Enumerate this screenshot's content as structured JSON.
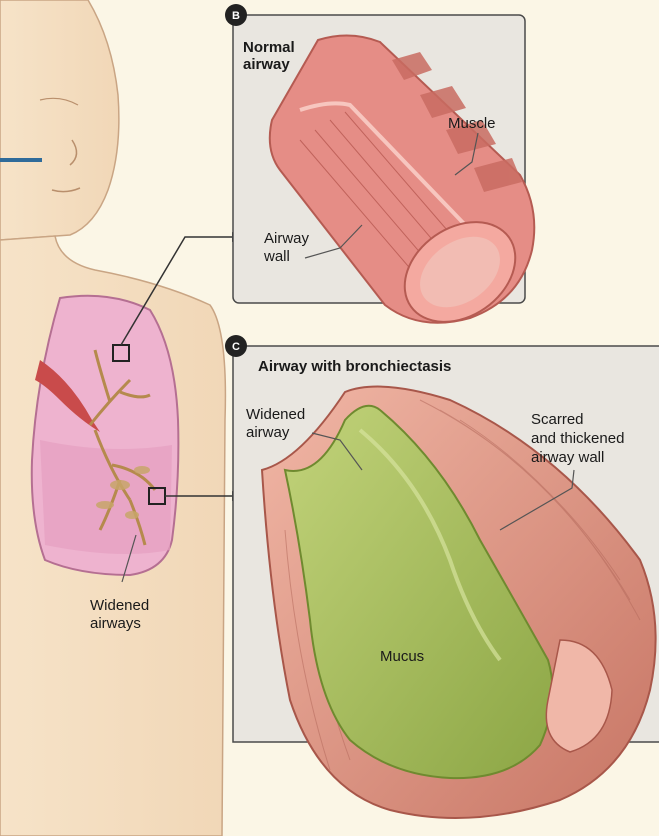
{
  "panel_b": {
    "badge": "B",
    "title_lines": [
      "Normal",
      "airway"
    ],
    "muscle_label": "Muscle",
    "airway_wall_lines": [
      "Airway",
      "wall"
    ]
  },
  "panel_c": {
    "badge": "C",
    "title": "Airway with bronchiectasis",
    "widened_airway_lines": [
      "Widened",
      "airway"
    ],
    "scarred_lines": [
      "Scarred",
      "and thickened",
      "airway wall"
    ],
    "mucus_label": "Mucus"
  },
  "body_view": {
    "widened_airways_lines": [
      "Widened",
      "airways"
    ]
  },
  "colors": {
    "background": "#fbf6e6",
    "panel_fill": "#e9e6e0",
    "panel_border": "#4a4a4a",
    "skin": "#f3dcbf",
    "lung": "#e6a5c6",
    "airway_pink": "#e99a93",
    "airway_wall": "#d98b7e",
    "mucus_green": "#a9be5a",
    "accent_blue": "#2f6b9a"
  }
}
